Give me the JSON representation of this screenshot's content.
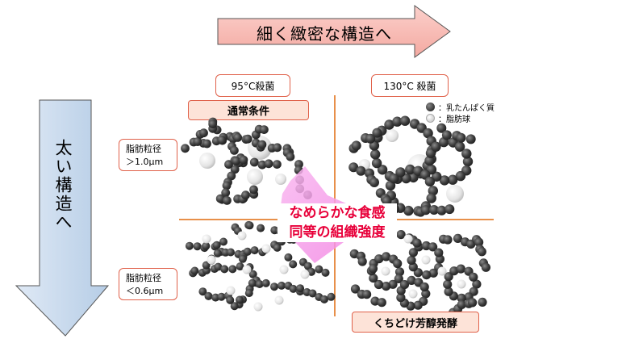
{
  "top_arrow": {
    "label": "細く緻密な構造へ"
  },
  "left_arrow": {
    "label": "太い構造へ"
  },
  "col_headers": [
    "95°C殺菌",
    "130°C 殺菌"
  ],
  "normal_condition": "通常条件",
  "row_headers": [
    {
      "line1": "脂肪粒径",
      "line2": "＞1.0μm"
    },
    {
      "line1": "脂肪粒径",
      "line2": "＜0.6μm"
    }
  ],
  "legend": {
    "protein": "：乳たんぱく質",
    "fat": "：脂肪球"
  },
  "center_text": {
    "line1": "なめらかな食感",
    "line2": "同等の組織強度"
  },
  "bottom_label": "くちどけ芳醇発酵",
  "colors": {
    "arrow_top": "#f7b7b0",
    "arrow_left": "#c5d9ec",
    "border": "#e0614a",
    "emphasis": "#e8003a",
    "quadrant_line": "#e8904a"
  }
}
